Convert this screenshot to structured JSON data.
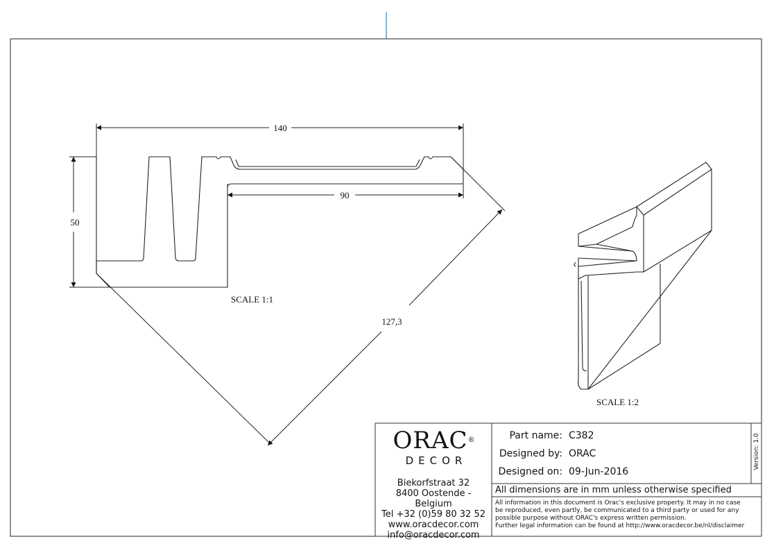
{
  "drawing": {
    "dimensions": {
      "overall_width": "140",
      "flange_width": "90",
      "height": "50",
      "diagonal": "127,3"
    },
    "views": {
      "profile_scale": "SCALE  1:1",
      "iso_scale": "SCALE  1:2"
    }
  },
  "title_block": {
    "logo_word": "ORAC",
    "logo_registered": "®",
    "logo_sub": "DECOR",
    "address": [
      "Biekorfstraat 32",
      "8400 Oostende - Belgium",
      "Tel  +32 (0)59 80 32 52",
      "www.oracdecor.com",
      "info@oracdecor.com"
    ],
    "part_name_label": "Part name:",
    "part_name_value": "C382",
    "designed_by_label": "Designed by:",
    "designed_by_value": "ORAC",
    "designed_on_label": "Designed on:",
    "designed_on_value": "09-Jun-2016",
    "version": "Version: 1.0",
    "dimension_note": "All dimensions are in mm unless otherwise specified",
    "legal": [
      "All information in this document is Orac's exclusive property.  It may in no case",
      "be reproduced, even partly, be communicated to a third party or used for any",
      "possible purpose without ORAC's express written permission.",
      "Further legal information can be found at http://www.oracdecor.be/nl/disclaimer"
    ]
  }
}
